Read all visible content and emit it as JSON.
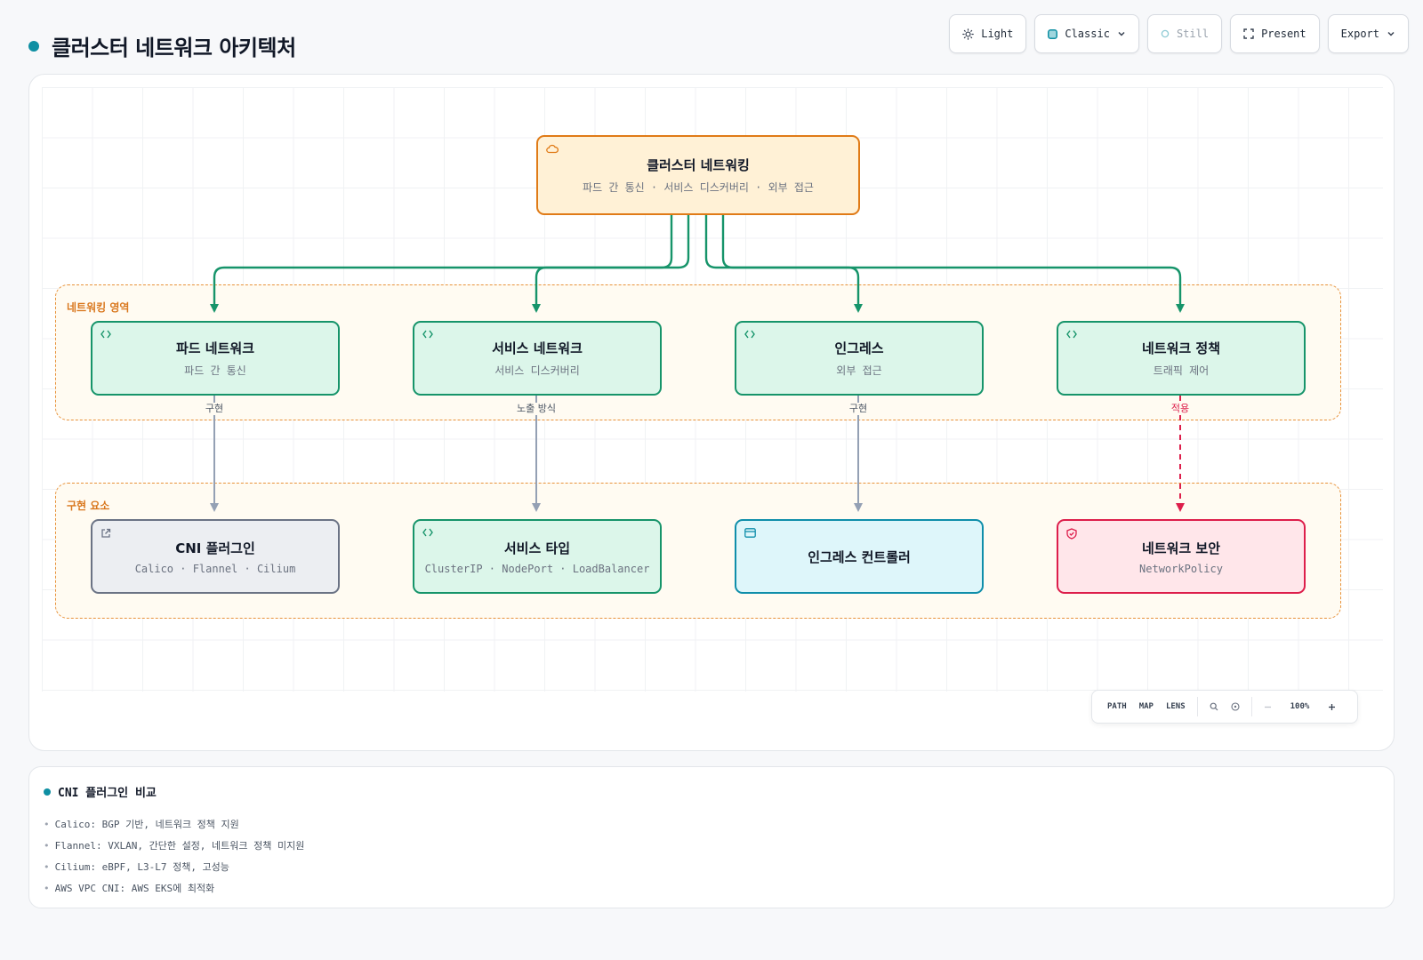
{
  "header": {
    "title": "클러스터 네트워크 아키텍처"
  },
  "toolbar": {
    "theme_label": "Light",
    "style_label": "Classic",
    "motion_label": "Still",
    "present_label": "Present",
    "export_label": "Export"
  },
  "diagram": {
    "root": {
      "title": "클러스터 네트워킹",
      "subtitle": "파드 간 통신 · 서비스 디스커버리 · 외부 접근",
      "icon": "cloud-icon"
    },
    "groups": [
      {
        "label": "네트워킹 영역"
      },
      {
        "label": "구현 요소"
      }
    ],
    "concepts": [
      {
        "title": "파드 네트워크",
        "subtitle": "파드 간 통신",
        "icon": "code-icon"
      },
      {
        "title": "서비스 네트워크",
        "subtitle": "서비스 디스커버리",
        "icon": "code-icon"
      },
      {
        "title": "인그레스",
        "subtitle": "외부 접근",
        "icon": "code-icon"
      },
      {
        "title": "네트워크 정책",
        "subtitle": "트래픽 제어",
        "icon": "code-icon"
      }
    ],
    "implementations": [
      {
        "title": "CNI 플러그인",
        "subtitle": "Calico · Flannel · Cilium",
        "icon": "external-link-icon"
      },
      {
        "title": "서비스 타입",
        "subtitle": "ClusterIP · NodePort · LoadBalancer",
        "icon": "code-icon"
      },
      {
        "title": "인그레스 컨트롤러",
        "subtitle": "",
        "icon": "browser-window-icon"
      },
      {
        "title": "네트워크 보안",
        "subtitle": "NetworkPolicy",
        "icon": "shield-icon"
      }
    ],
    "edge_labels": [
      "구현",
      "노출 방식",
      "구현",
      "적용"
    ],
    "colors": {
      "accent": "#0e8fa3",
      "root_border": "#e07b17",
      "root_fill": "#fff1d6",
      "concept_border": "#16946a",
      "concept_fill": "#dcf6ea",
      "edge_green": "#16946a",
      "edge_gray": "#94a0b4",
      "edge_red": "#dd1e4b",
      "group_border": "#e8923a"
    }
  },
  "zoom_controls": {
    "path_label": "PATH",
    "map_label": "MAP",
    "lens_label": "LENS",
    "zoom_level": "100%"
  },
  "notes": {
    "title": "CNI 플러그인 비교",
    "items": [
      "Calico: BGP 기반, 네트워크 정책 지원",
      "Flannel: VXLAN, 간단한 설정, 네트워크 정책 미지원",
      "Cilium: eBPF, L3-L7 정책, 고성능",
      "AWS VPC CNI: AWS EKS에 최적화"
    ]
  }
}
